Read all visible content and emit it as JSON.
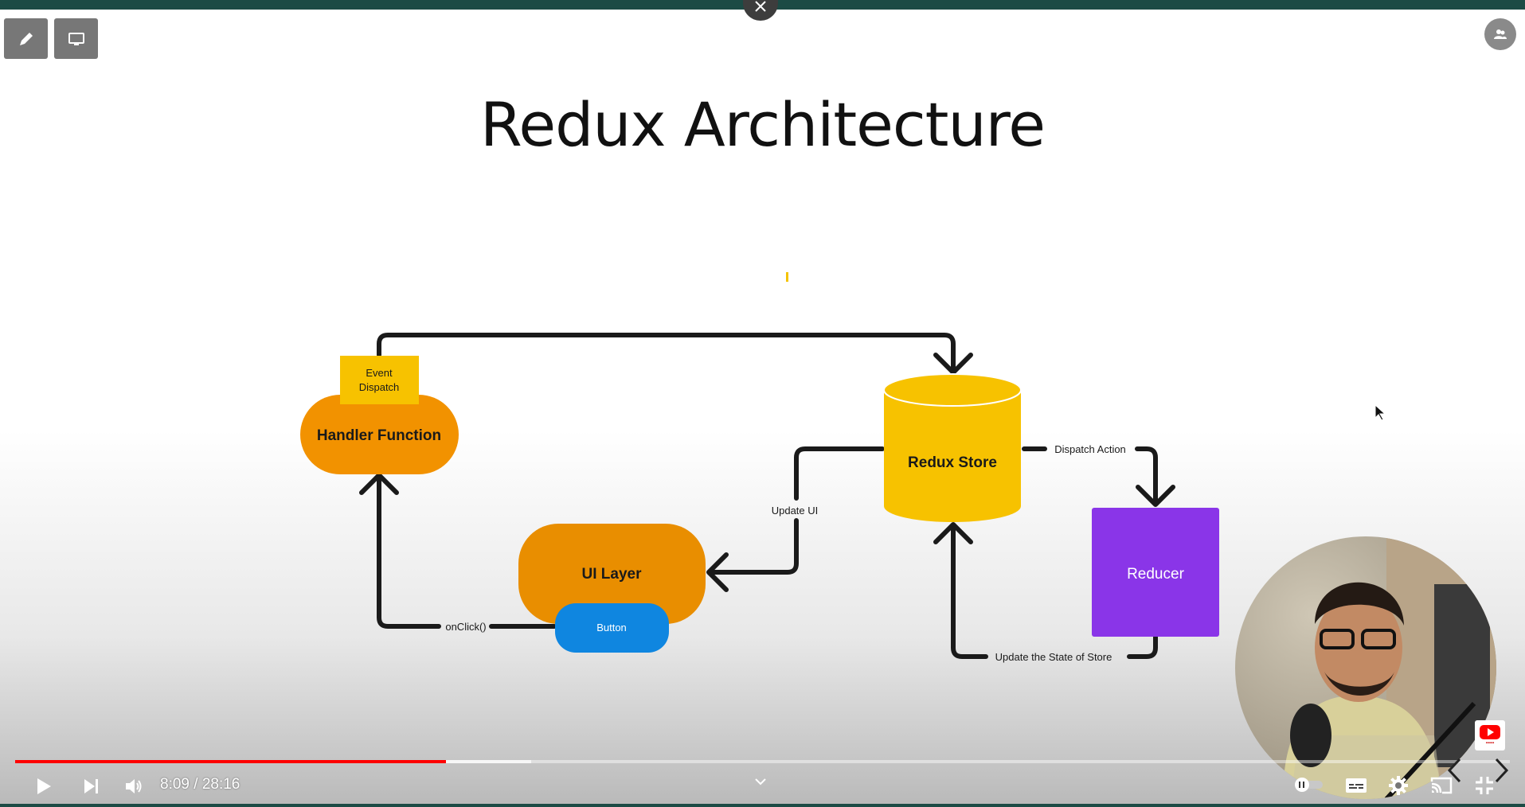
{
  "slide": {
    "title": "Redux Architecture"
  },
  "diagram": {
    "nodes": {
      "event_dispatch_line1": "Event",
      "event_dispatch_line2": "Dispatch",
      "handler_function": "Handler Function",
      "redux_store": "Redux Store",
      "ui_layer": "UI Layer",
      "button": "Button",
      "reducer": "Reducer"
    },
    "edges": {
      "dispatch_action": "Dispatch Action",
      "update_ui": "Update UI",
      "on_click": "onClick()",
      "update_state": "Update the State of Store"
    },
    "colors": {
      "handler": "#f29200",
      "event_dispatch": "#f7c200",
      "redux_store": "#f7c200",
      "ui_layer": "#e98e00",
      "button": "#0f86e0",
      "reducer": "#8a35e8",
      "arrow": "#1a1a1a"
    }
  },
  "player": {
    "current_time": "8:09",
    "time_separator": " / ",
    "duration": "28:16",
    "progress_fraction": 0.2883,
    "buffered_fraction": 0.2855,
    "icons": {
      "top_left_tools": [
        "pen-icon",
        "screen-icon"
      ],
      "top_right": "people-icon",
      "close": "close-icon",
      "left_controls": [
        "play-icon",
        "next-icon",
        "volume-icon"
      ],
      "center": "chevron-down-icon",
      "right_controls": [
        "autoplay-toggle-icon",
        "captions-icon",
        "settings-icon",
        "cast-icon",
        "exit-fullscreen-icon"
      ],
      "overlay_nav": [
        "chevron-left-icon",
        "chevron-right-icon"
      ]
    }
  }
}
